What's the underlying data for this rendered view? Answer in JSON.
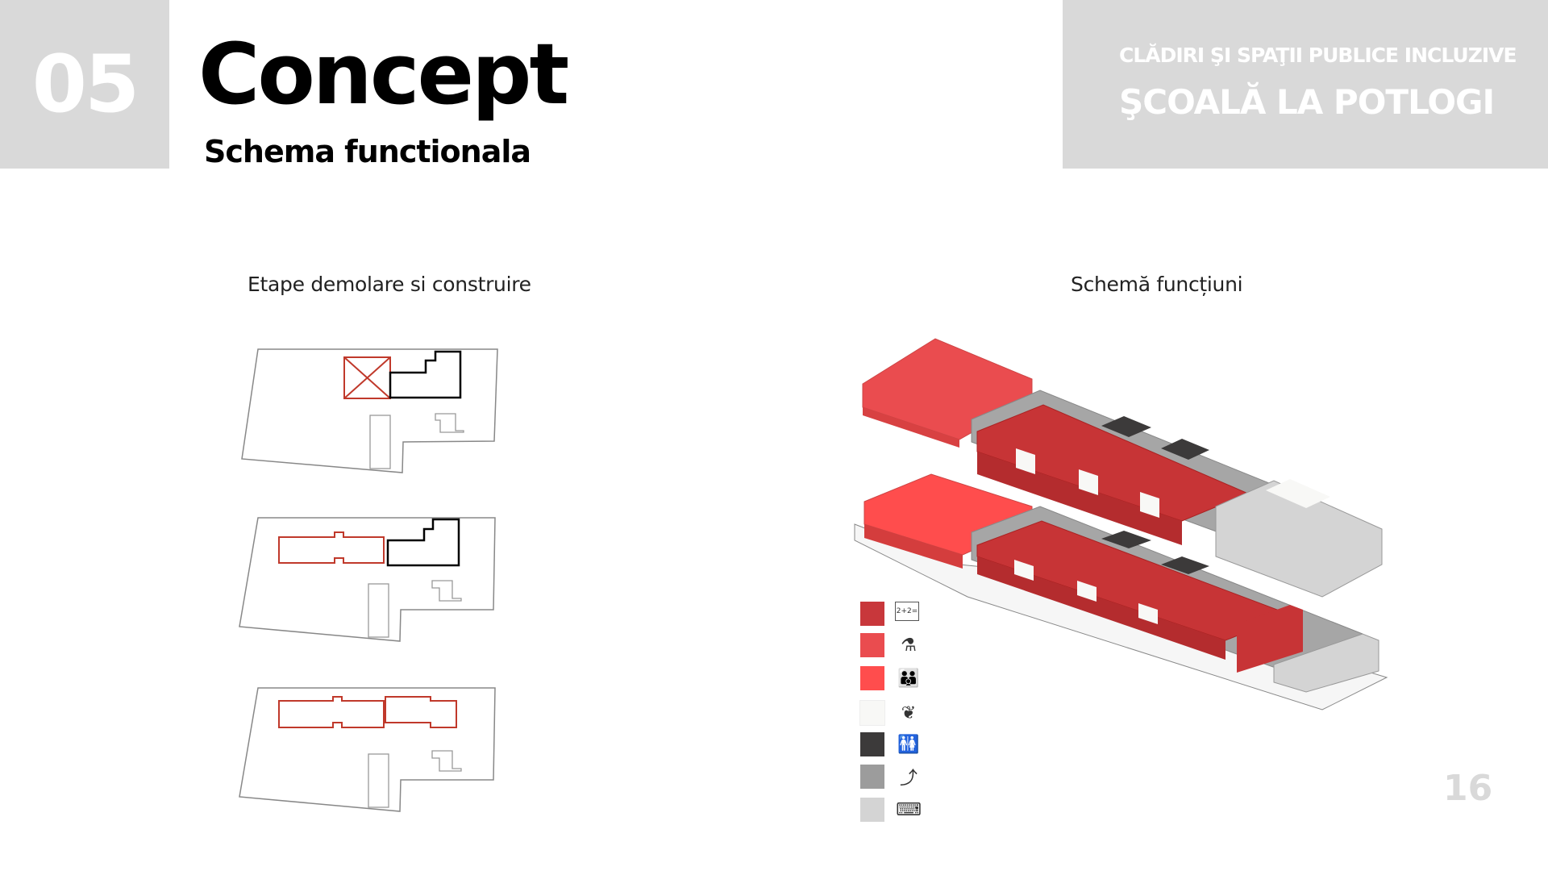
{
  "header": {
    "section_number": "05",
    "title": "Concept",
    "subtitle": "Schema functionala",
    "project_category": "CLĂDIRI ŞI SPAŢII PUBLICE INCLUZIVE",
    "project_name": "ŞCOALĂ LA POTLOGI"
  },
  "left_panel": {
    "label": "Etape demolare si construire"
  },
  "right_panel": {
    "label": "Schemă funcțiuni"
  },
  "legend": [
    {
      "color": "#c8373b",
      "icon": "classroom-board-icon",
      "icon_text": "2+2="
    },
    {
      "color": "#ea4c4f",
      "icon": "microscope-icon"
    },
    {
      "color": "#ff4d4d",
      "icon": "group-people-icon"
    },
    {
      "color": "#f8f8f6",
      "icon": "plant-icon"
    },
    {
      "color": "#3c3a3a",
      "icon": "restroom-icon"
    },
    {
      "color": "#9c9c9c",
      "icon": "stairs-icon"
    },
    {
      "color": "#d4d4d4",
      "icon": "office-desk-icon"
    }
  ],
  "page_number": "16",
  "colors": {
    "accent_gray": "#d9d9d9",
    "demolition_red": "#c0392b"
  }
}
